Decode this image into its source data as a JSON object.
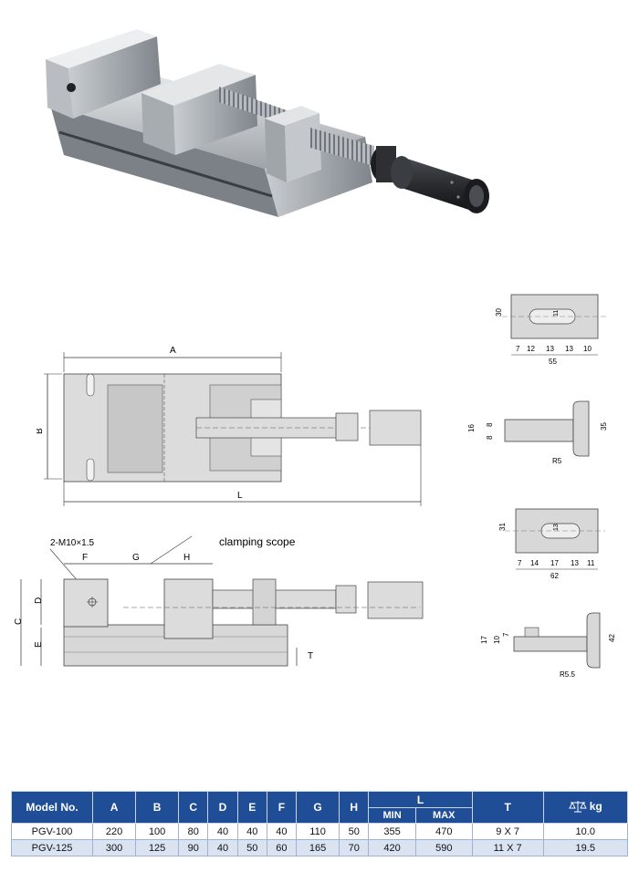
{
  "drawings": {
    "top_view": {
      "label_A": "A",
      "label_B": "B",
      "label_L": "L"
    },
    "side_view": {
      "label_C": "C",
      "label_D": "D",
      "label_E": "E",
      "label_F": "F",
      "label_G": "G",
      "label_H": "H",
      "label_T": "T",
      "thread": "2-M10×1.5",
      "clamping": "clamping scope"
    },
    "detail1": {
      "height": "30",
      "slot": "11",
      "dims": [
        "7",
        "12",
        "13",
        "13",
        "10"
      ],
      "width": "55"
    },
    "detail2": {
      "d16": "16",
      "d8a": "8",
      "d8b": "8",
      "d35": "35",
      "radius": "R5"
    },
    "detail3": {
      "height": "31",
      "slot": "13",
      "dims": [
        "7",
        "14",
        "17",
        "13",
        "11"
      ],
      "width": "62"
    },
    "detail4": {
      "d17": "17",
      "d10": "10",
      "d7": "7",
      "d42": "42",
      "radius": "R5.5"
    }
  },
  "table": {
    "headers": [
      "Model No.",
      "A",
      "B",
      "C",
      "D",
      "E",
      "F",
      "G",
      "H",
      "L",
      "T",
      "kg"
    ],
    "sub_headers": [
      "MIN",
      "MAX"
    ],
    "rows": [
      [
        "PGV-100",
        "220",
        "100",
        "80",
        "40",
        "40",
        "40",
        "110",
        "50",
        "355",
        "470",
        "9 X 7",
        "10.0"
      ],
      [
        "PGV-125",
        "300",
        "125",
        "90",
        "40",
        "50",
        "60",
        "165",
        "70",
        "420",
        "590",
        "11 X 7",
        "19.5"
      ]
    ]
  },
  "colors": {
    "header_bg": "#1f4e97",
    "row_alt": "#d9e3f2"
  },
  "icons": {
    "weight": "scale-icon"
  }
}
